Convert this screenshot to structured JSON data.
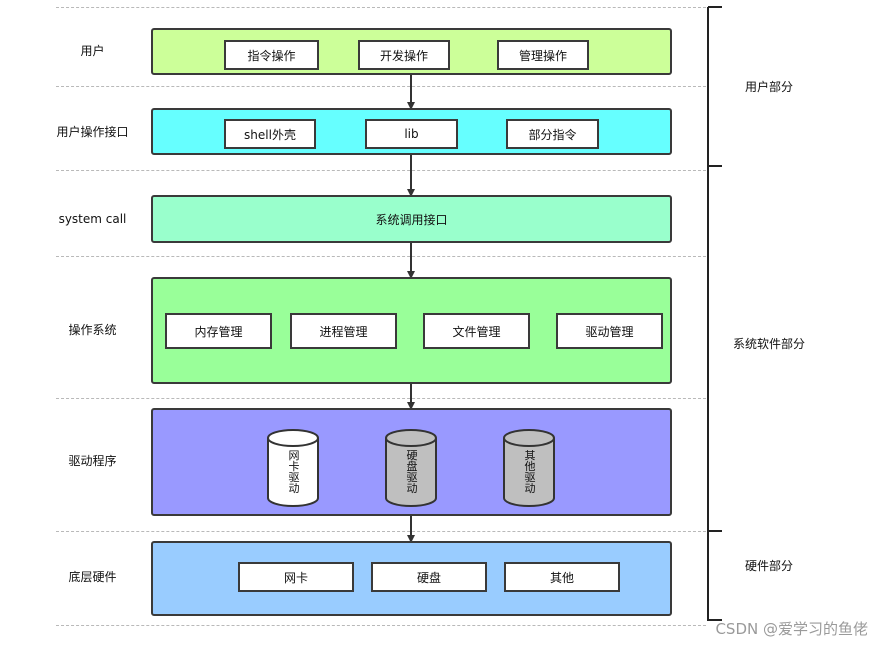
{
  "rows": {
    "user": "用户",
    "user_interface": "用户操作接口",
    "system_call": "system call",
    "os": "操作系统",
    "driver": "驱动程序",
    "hardware": "底层硬件"
  },
  "user_layer": {
    "items": [
      "指令操作",
      "开发操作",
      "管理操作"
    ],
    "color": "#ccff99"
  },
  "interface_layer": {
    "items": [
      "shell外壳",
      "lib",
      "部分指令"
    ],
    "color": "#66ffff"
  },
  "syscall_layer": {
    "label": "系统调用接口",
    "color": "#99ffcc"
  },
  "os_layer": {
    "items": [
      "内存管理",
      "进程管理",
      "文件管理",
      "驱动管理"
    ],
    "color": "#99ff99"
  },
  "driver_layer": {
    "items": [
      "网卡驱动",
      "硬盘驱动",
      "其他驱动"
    ],
    "color": "#9999ff",
    "cylinder_colors": [
      "#ffffff",
      "#bfbfbf",
      "#bfbfbf"
    ]
  },
  "hardware_layer": {
    "items": [
      "网卡",
      "硬盘",
      "其他"
    ],
    "color": "#99ccff"
  },
  "sections": {
    "user_part": "用户部分",
    "system_part": "系统软件部分",
    "hardware_part": "硬件部分"
  },
  "watermark": "CSDN @爱学习的鱼佬"
}
